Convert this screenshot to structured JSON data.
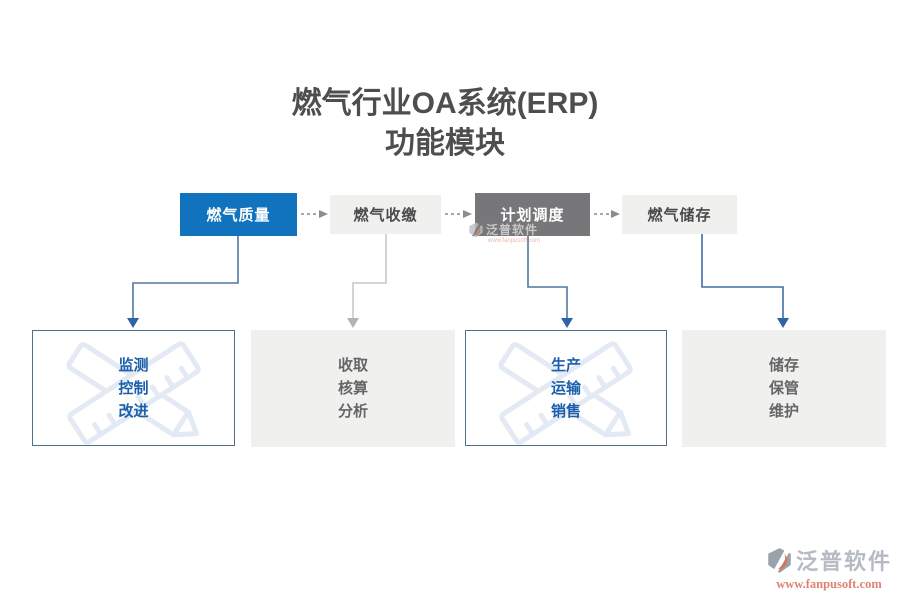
{
  "title": {
    "line1": "燃气行业OA系统(ERP)",
    "line2": "功能模块"
  },
  "modules": [
    {
      "label": "燃气质量"
    },
    {
      "label": "燃气收缴"
    },
    {
      "label": "计划调度"
    },
    {
      "label": "燃气储存"
    }
  ],
  "functions": [
    {
      "line1": "监测",
      "line2": "控制",
      "line3": "改进"
    },
    {
      "line1": "收取",
      "line2": "核算",
      "line3": "分析"
    },
    {
      "line1": "生产",
      "line2": "运输",
      "line3": "销售"
    },
    {
      "line1": "储存",
      "line2": "保管",
      "line3": "维护"
    }
  ],
  "watermark": {
    "brand": "泛普软件",
    "url": "www.fanpusoft.com"
  },
  "footer": {
    "brand": "泛普软件",
    "url": "www.fanpusoft.com"
  },
  "colors": {
    "primary_blue": "#1173bd",
    "dark_gray_module": "#77777a",
    "light_gray_module": "#f0f0ef",
    "function_text_blue": "#1b5fad",
    "function_text_gray": "#666666",
    "outline_border": "#4e7389",
    "connector_blue": "#52779e",
    "connector_gray": "#c9c9c9",
    "brand_orange": "#e0704e",
    "url_salmon": "#dd8372"
  }
}
